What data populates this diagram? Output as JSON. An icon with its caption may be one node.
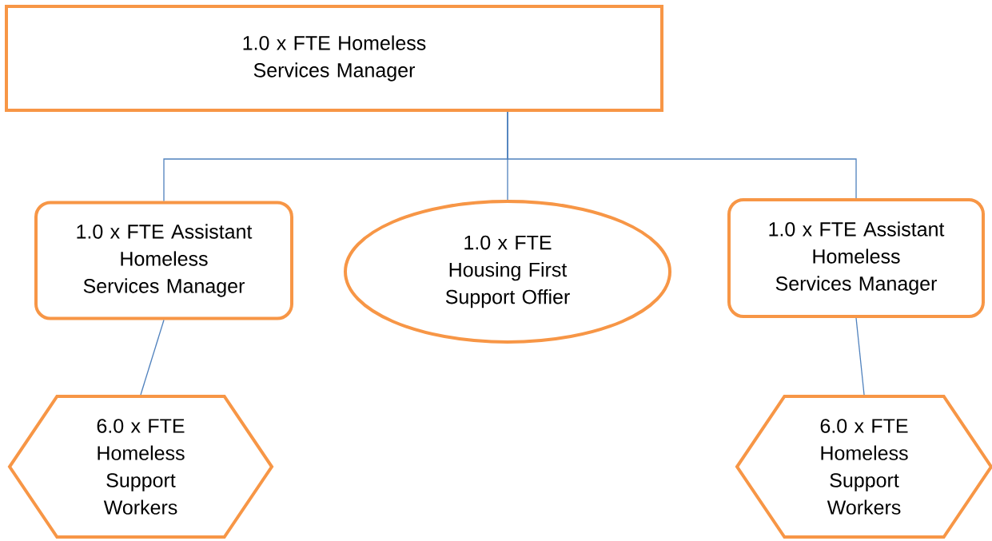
{
  "diagram": {
    "nodes": [
      {
        "text": [
          "1.0 x FTE Homeless Services Manager"
        ]
      },
      {
        "text": [
          "1.0 x FTE Assistant Homeless Services Manager"
        ]
      },
      {
        "text": [
          "1.0 x FTE Housing First Support Offier"
        ]
      },
      {
        "text": [
          "1.0 x FTE Assistant Homeless Services Manager"
        ]
      },
      {
        "text": [
          "6.0 x FTE Homeless Support Workers"
        ]
      },
      {
        "text": [
          "6.0 x FTE Homeless Support Workers"
        ]
      }
    ],
    "edges": [
      {
        "from": 0,
        "to": 1,
        "arrow": "none"
      },
      {
        "from": 0,
        "to": 2,
        "arrow": "none"
      },
      {
        "from": 0,
        "to": 3,
        "arrow": "none"
      },
      {
        "from": 1,
        "to": 4,
        "arrow": "none"
      },
      {
        "from": 3,
        "to": 5,
        "arrow": "none"
      }
    ]
  }
}
